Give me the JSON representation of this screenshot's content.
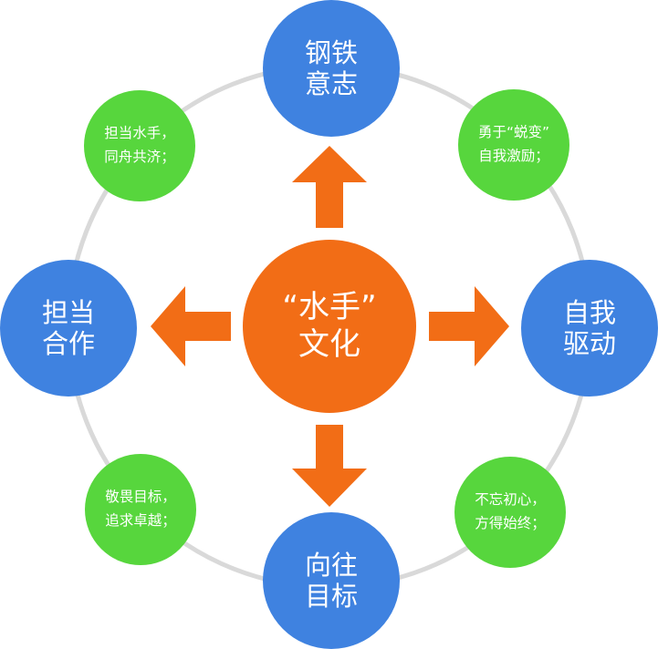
{
  "colors": {
    "blue": "#3f82e0",
    "green": "#57d63d",
    "orange": "#f26d16",
    "ring": "#d9d9d9"
  },
  "center": {
    "label": "“水手”\n文化"
  },
  "blue_nodes": {
    "top": {
      "label": "钢铁\n意志"
    },
    "right": {
      "label": "自我\n驱动"
    },
    "bottom": {
      "label": "向往\n目标"
    },
    "left": {
      "label": "担当\n合作"
    }
  },
  "green_nodes": {
    "top_right": {
      "label": "勇于“蜕变”\n自我激励；"
    },
    "bottom_right": {
      "label": "不忘初心，\n方得始终；"
    },
    "bottom_left": {
      "label": "敬畏目标，\n追求卓越；"
    },
    "top_left": {
      "label": "担当水手，\n同舟共济；"
    }
  }
}
